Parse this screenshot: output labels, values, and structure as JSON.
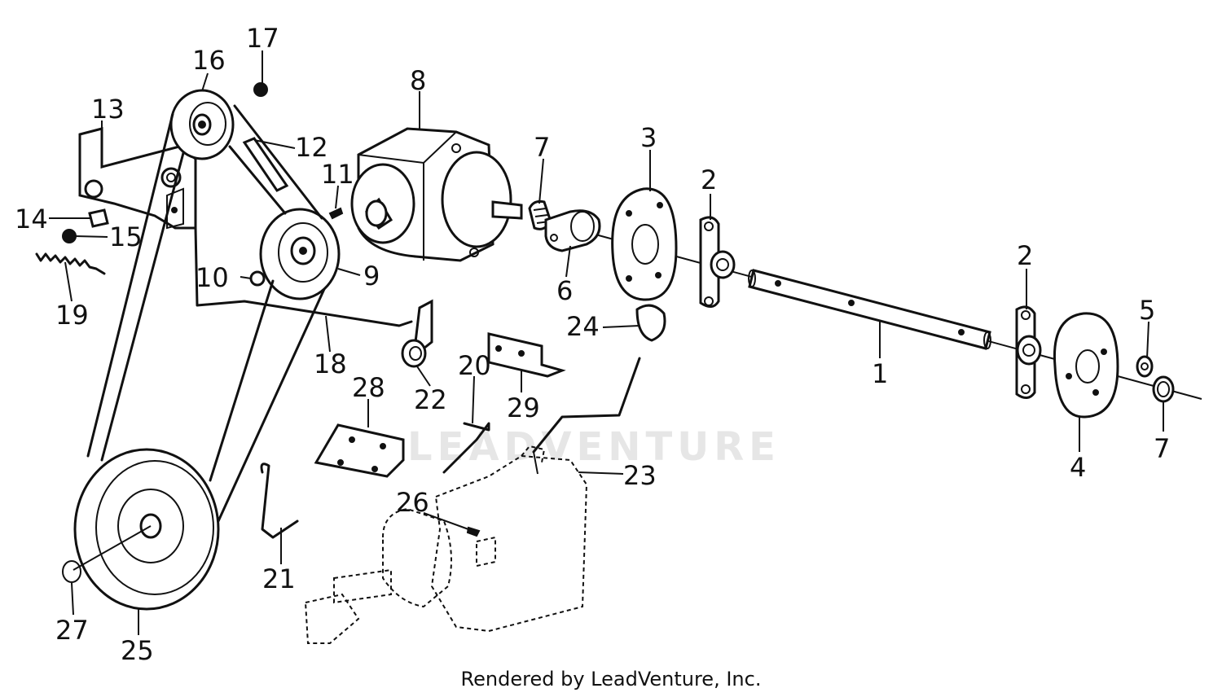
{
  "watermark": "LEADVENTURE",
  "footer": "Rendered by LeadVenture, Inc.",
  "callouts": [
    {
      "id": "l1",
      "text": "1"
    },
    {
      "id": "l2a",
      "text": "2"
    },
    {
      "id": "l2b",
      "text": "2"
    },
    {
      "id": "l3",
      "text": "3"
    },
    {
      "id": "l4",
      "text": "4"
    },
    {
      "id": "l5",
      "text": "5"
    },
    {
      "id": "l6",
      "text": "6"
    },
    {
      "id": "l7a",
      "text": "7"
    },
    {
      "id": "l7b",
      "text": "7"
    },
    {
      "id": "l8",
      "text": "8"
    },
    {
      "id": "l9",
      "text": "9"
    },
    {
      "id": "l10",
      "text": "10"
    },
    {
      "id": "l11",
      "text": "11"
    },
    {
      "id": "l12",
      "text": "12"
    },
    {
      "id": "l13",
      "text": "13"
    },
    {
      "id": "l14",
      "text": "14"
    },
    {
      "id": "l15",
      "text": "15"
    },
    {
      "id": "l16",
      "text": "16"
    },
    {
      "id": "l17",
      "text": "17"
    },
    {
      "id": "l18",
      "text": "18"
    },
    {
      "id": "l19",
      "text": "19"
    },
    {
      "id": "l20",
      "text": "20"
    },
    {
      "id": "l21",
      "text": "21"
    },
    {
      "id": "l22",
      "text": "22"
    },
    {
      "id": "l23",
      "text": "23"
    },
    {
      "id": "l24",
      "text": "24"
    },
    {
      "id": "l25",
      "text": "25"
    },
    {
      "id": "l26",
      "text": "26"
    },
    {
      "id": "l27",
      "text": "27"
    },
    {
      "id": "l28",
      "text": "28"
    },
    {
      "id": "l29",
      "text": "29"
    }
  ]
}
